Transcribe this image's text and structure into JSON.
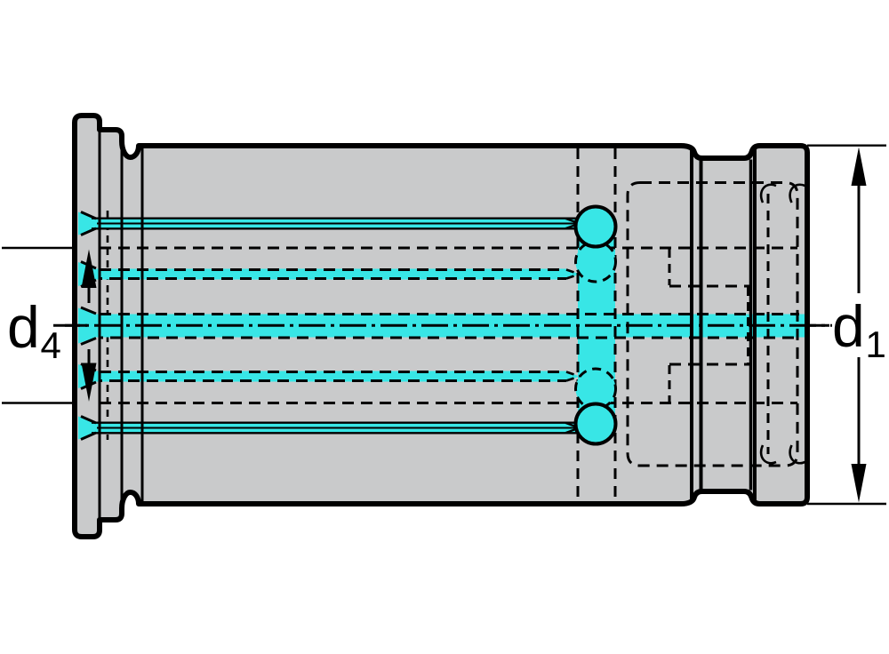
{
  "dimensions": {
    "d4": {
      "main": "d",
      "sub": "4"
    },
    "d1": {
      "main": "d",
      "sub": "1"
    }
  },
  "colors": {
    "background": "#ffffff",
    "body_fill": "#c9cacb",
    "outline": "#000000",
    "coolant": "#38e6e6"
  }
}
